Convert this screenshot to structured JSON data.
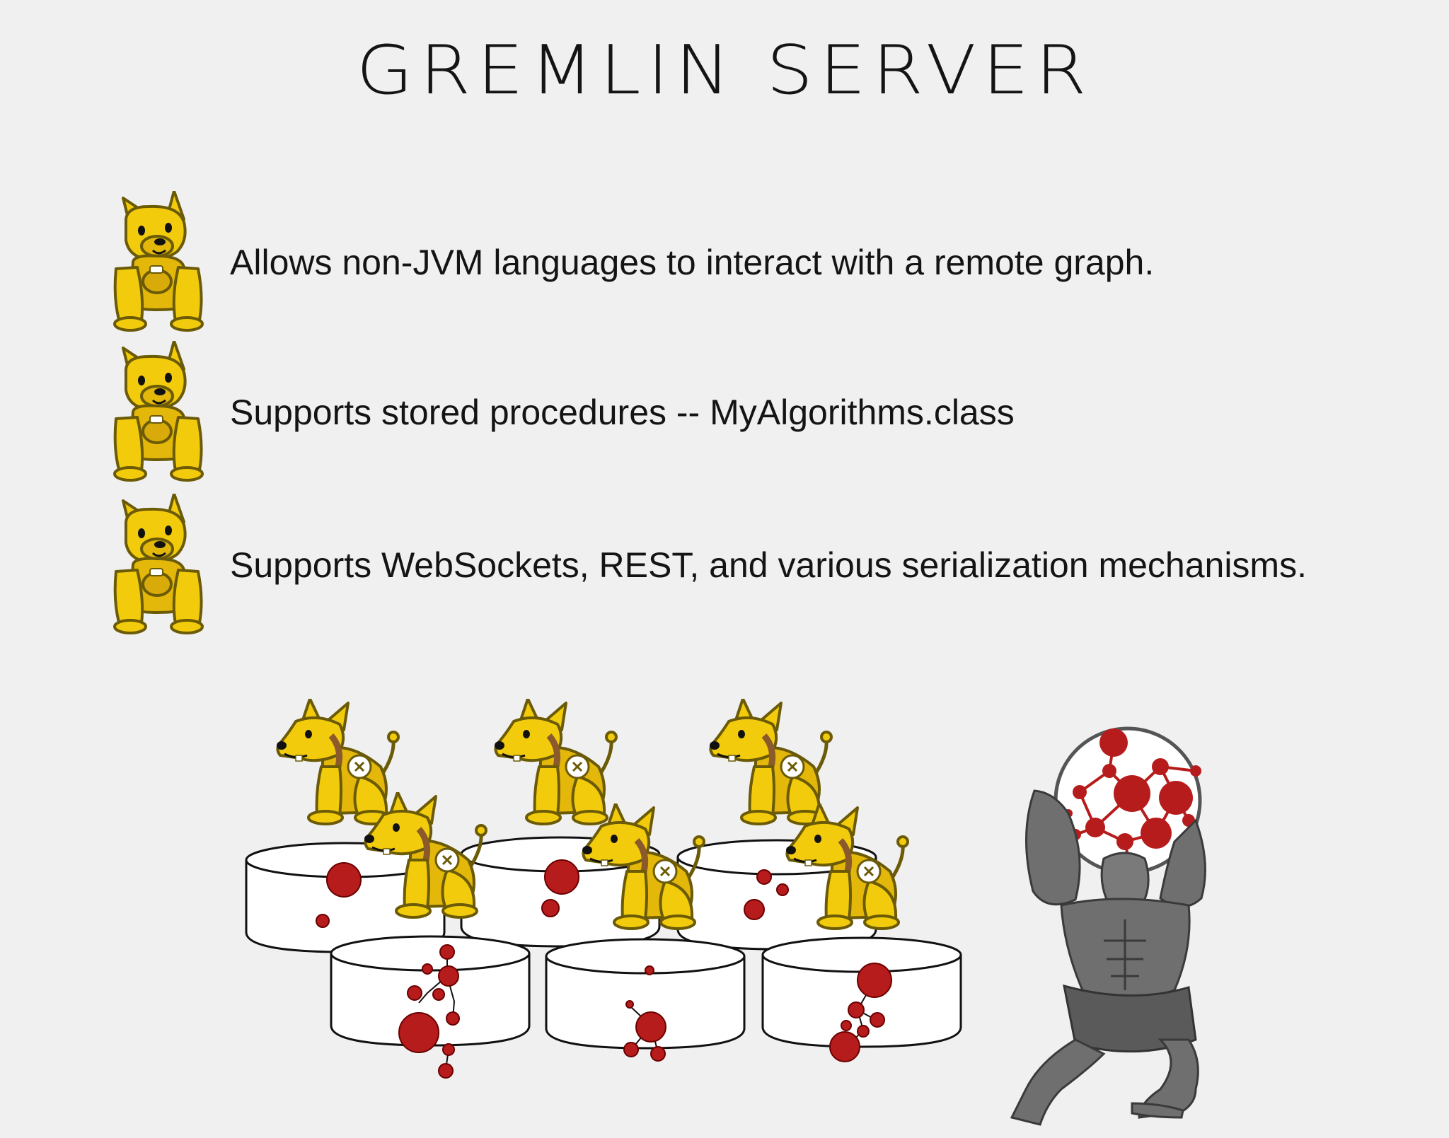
{
  "title": "GREMLIN SERVER",
  "bullets": [
    {
      "icon": "gremlin-dog-icon",
      "text": "Allows non-JVM languages to interact with a remote graph."
    },
    {
      "icon": "gremlin-dog-icon",
      "text": "Supports stored procedures -- MyAlgorithms.class"
    },
    {
      "icon": "gremlin-dog-icon",
      "text": "Supports WebSockets, REST, and various serialization mechanisms."
    }
  ],
  "colors": {
    "background": "#f0f0f1",
    "gremlin_yellow": "#f2cc0c",
    "gremlin_outline": "#6b5a06",
    "graph_red": "#b71c1c",
    "atlas_gray": "#6f6f6f"
  },
  "illustration": {
    "servers": 6,
    "gremlins_on_servers": 6,
    "atlas_figure": "atlas-holding-graph-icon"
  }
}
